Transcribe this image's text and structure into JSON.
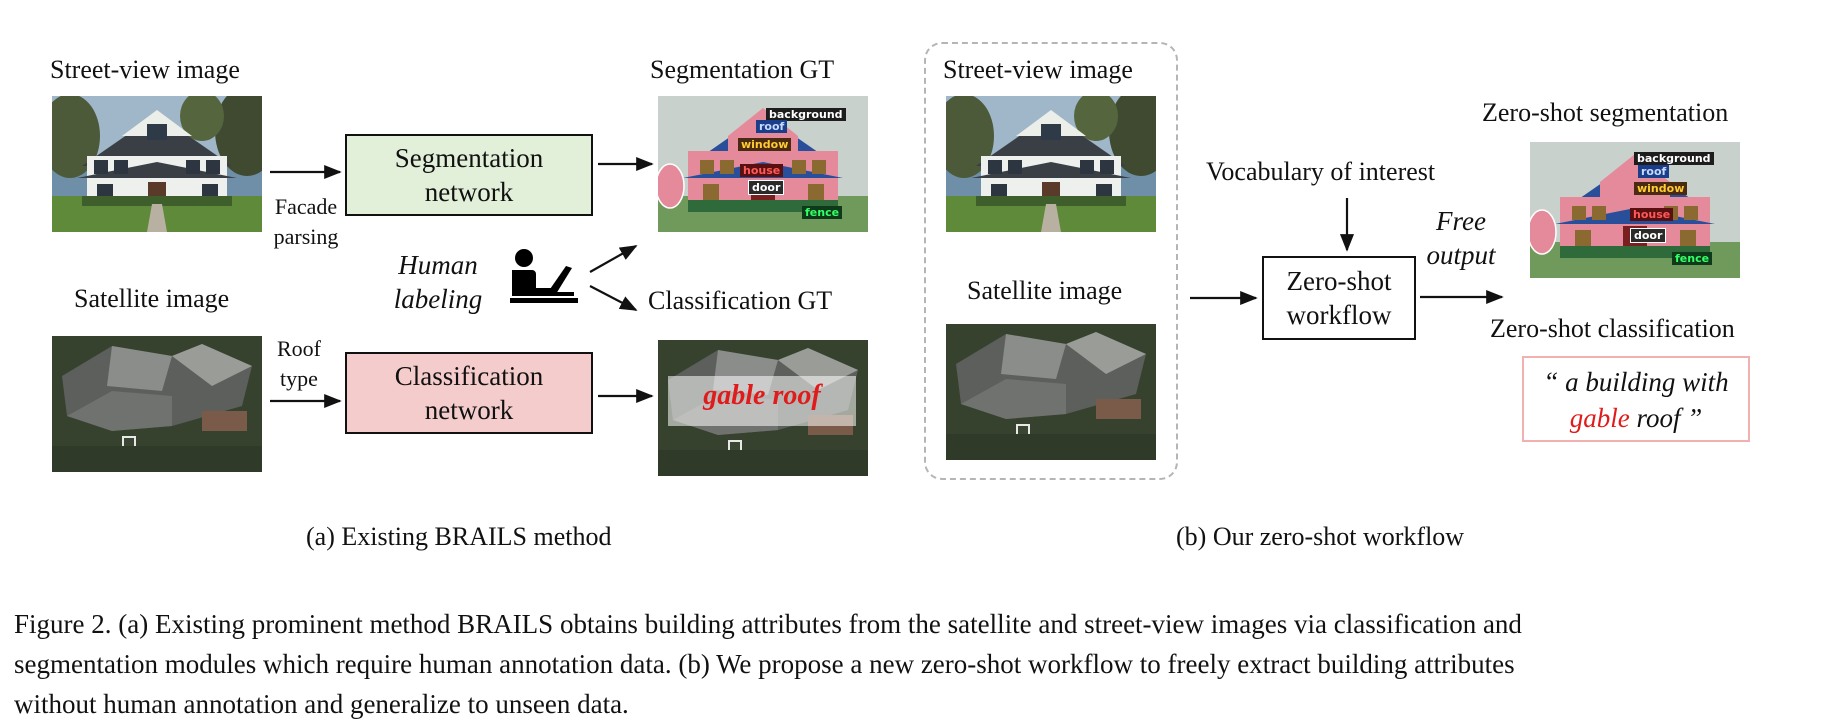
{
  "panel_a": {
    "street_view_label": "Street-view image",
    "satellite_label": "Satellite image",
    "facade_parsing": [
      "Facade",
      "parsing"
    ],
    "roof_type": [
      "Roof",
      "type"
    ],
    "segmentation_network": [
      "Segmentation",
      "network"
    ],
    "classification_network": [
      "Classification",
      "network"
    ],
    "human_labeling": [
      "Human",
      "labeling"
    ],
    "segmentation_gt": "Segmentation GT",
    "classification_gt": "Classification GT",
    "gable_roof_overlay": "gable roof",
    "seg_tags": {
      "background": "background",
      "roof": "roof",
      "window": "window",
      "house": "house",
      "door": "door",
      "fence": "fence"
    },
    "subcaption": "(a) Existing BRAILS method"
  },
  "panel_b": {
    "street_view_label": "Street-view image",
    "satellite_label": "Satellite image",
    "vocabulary": "Vocabulary of interest",
    "zero_shot_workflow": [
      "Zero-shot",
      "workflow"
    ],
    "free_output": [
      "Free",
      "output"
    ],
    "zs_segmentation": "Zero-shot segmentation",
    "zs_classification": "Zero-shot classification",
    "quote": {
      "open": "“ a building with",
      "gable": "gable",
      "close": " roof ”"
    },
    "seg_tags": {
      "background": "background",
      "roof": "roof",
      "window": "window",
      "house": "house",
      "door": "door",
      "fence": "fence"
    },
    "subcaption": "(b) Our zero-shot workflow"
  },
  "caption": {
    "line1": "Figure 2. (a) Existing prominent method BRAILS obtains building attributes from the satellite and street-view images via classification and",
    "line2": "segmentation modules which require human annotation data. (b) We propose a new zero-shot workflow to freely extract building attributes",
    "line3": "without human annotation and generalize to unseen data."
  },
  "colors": {
    "seg_net_fill": "#e2efd9",
    "cls_net_fill": "#f5cccc",
    "highlight_red": "#e01b1b",
    "quote_border": "#f2b1b1"
  },
  "icons": [
    "house-photo",
    "satellite-photo",
    "person-at-laptop-icon",
    "arrow-icon"
  ]
}
